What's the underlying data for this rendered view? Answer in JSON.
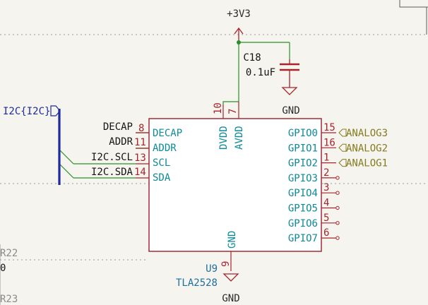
{
  "colors": {
    "background": "#f5f4ef",
    "wire": "#2a8f2a",
    "bus": "#1e2a9b",
    "symbol_outline": "#9b1f2a",
    "symbol_fill": "#ffffff",
    "pin_name": "#0e8a98",
    "pin_number": "#a8242b",
    "global_label": "#857b1e",
    "power": "#a8242b"
  },
  "power": {
    "vcc": "+3V3",
    "gnd_top": "GND",
    "gnd_bottom": "GND"
  },
  "capacitor": {
    "ref": "C18",
    "value": "0.1uF"
  },
  "bus_label": "I2C{I2C}",
  "net_labels": {
    "decap": "DECAP",
    "addr": "ADDR",
    "scl": "I2C.SCL",
    "sda": "I2C.SDA"
  },
  "ic": {
    "ref": "U9",
    "value": "TLA2528",
    "left_pins": [
      {
        "name": "DECAP",
        "num": "8"
      },
      {
        "name": "ADDR",
        "num": "11"
      },
      {
        "name": "SCL",
        "num": "13"
      },
      {
        "name": "SDA",
        "num": "14"
      }
    ],
    "top_pins": [
      {
        "name": "DVDD",
        "num": "10"
      },
      {
        "name": "AVDD",
        "num": "7"
      }
    ],
    "bottom_pin": {
      "name": "GND",
      "num": "9"
    },
    "right_pins": [
      {
        "name": "GPIO0",
        "num": "15"
      },
      {
        "name": "GPIO1",
        "num": "16"
      },
      {
        "name": "GPIO2",
        "num": "1"
      },
      {
        "name": "GPIO3",
        "num": "2"
      },
      {
        "name": "GPIO4",
        "num": "3"
      },
      {
        "name": "GPIO5",
        "num": "4"
      },
      {
        "name": "GPIO6",
        "num": "5"
      },
      {
        "name": "GPIO7",
        "num": "6"
      }
    ]
  },
  "global_labels": [
    "ANALOG3",
    "ANALOG2",
    "ANALOG1"
  ],
  "left_fragments": {
    "r22_ref": "R22",
    "r22_value": "0",
    "r23_ref": "R23"
  }
}
